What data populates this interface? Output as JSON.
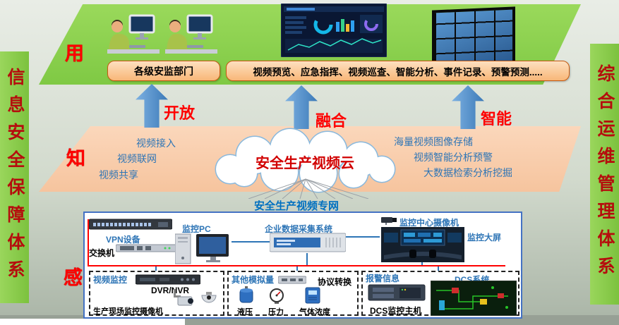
{
  "colors": {
    "platform_green": "#7fc944",
    "band_orange": "#f8cbad",
    "box_orange": "#f8b778",
    "arrow_blue": "#3c7ab8",
    "accent_red": "#ff0000",
    "label_blue": "#2e75b6",
    "deep_blue": "#0070c0"
  },
  "side_bars": {
    "left": "信息安全保障体系",
    "right": "综合运维管理体系"
  },
  "layers": {
    "use": "用",
    "know": "知",
    "sense": "感"
  },
  "top_platform": {
    "dept_box": "各级安监部门",
    "functions_box": "视频预览、应急指挥、视频巡查、智能分析、事件记录、预警预测....."
  },
  "arrows": [
    {
      "label": "开放"
    },
    {
      "label": "融合"
    },
    {
      "label": "智能"
    }
  ],
  "cloud_band": {
    "cloud_title": "安全生产视频云",
    "left_items": [
      "视频接入",
      "视频联网",
      "视频共享"
    ],
    "right_items": [
      "海量视频图像存储",
      "视频智能分析预警",
      "大数据检索分析挖掘"
    ]
  },
  "network_label": "安全生产视频专网",
  "device_panel": {
    "switch_label": "交换机",
    "vpn_label": "VPN设备",
    "pc_label": "监控PC",
    "daq_label": "企业数据采集系统",
    "center_camera_label": "监控中心摄像机",
    "big_screen_label": "监控大屏",
    "video_group": {
      "title": "视频监控",
      "dvr_label": "DVR/NVR",
      "camera_label": "生产现场监控摄像机"
    },
    "analog_group": {
      "title": "其他模拟量",
      "converter_label": "协议转换",
      "sensors": [
        "液压",
        "压力",
        "气体浓度"
      ]
    },
    "dcs_group": {
      "alarm_label": "报警信息",
      "title": "DCS系统",
      "host_label": "DCS监控主机"
    }
  },
  "icons": {
    "operator-workstations": "two people at computers",
    "dashboard-screen": "cloud analytics dashboard",
    "video-wall": "monitor wall grid",
    "network-switch": "rack switch with ports",
    "vpn-device": "vpn gateway box",
    "monitor-pc": "pc tower with monitor",
    "daq-server": "industrial data acquisition server",
    "cctv-camera": "box cctv camera",
    "control-room": "monitoring center room",
    "dvr-recorder": "dvr/nvr device",
    "ptz-camera": "site surveillance camera",
    "dome-camera": "dome camera",
    "protocol-converter": "converter box",
    "hydraulic-sensor": "blue tank sensor",
    "pressure-gauge": "round gauge",
    "gas-sensor": "gas detector box",
    "dcs-host": "dcs server chassis",
    "dcs-screen": "dcs process hmi screen"
  }
}
